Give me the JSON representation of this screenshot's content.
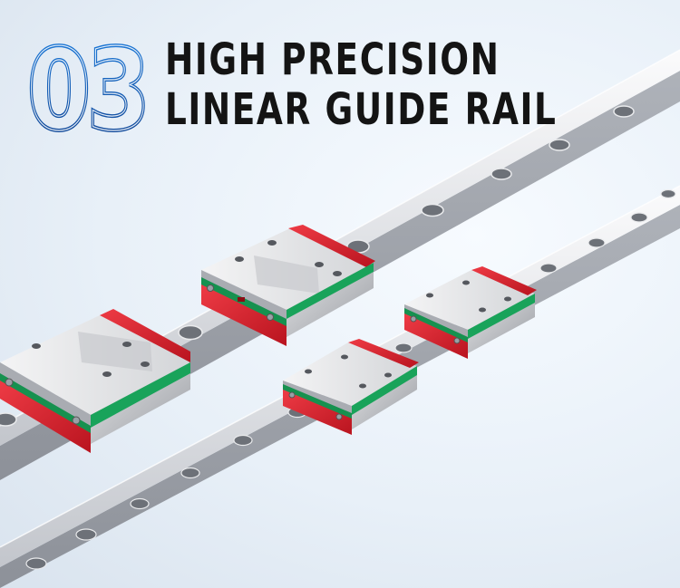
{
  "heading": {
    "number": "03",
    "line1": "HIGH PRECISION",
    "line2": "LINEAR GUIDE RAIL"
  },
  "colors": {
    "number_outline": "#1a5fb4",
    "heading_text": "#141414",
    "end_seal_red": "#d8202c",
    "seal_green": "#1aa45a",
    "rail_steel": "#c9ccd1"
  },
  "product": {
    "rails": 2,
    "carriage_blocks": 4
  }
}
